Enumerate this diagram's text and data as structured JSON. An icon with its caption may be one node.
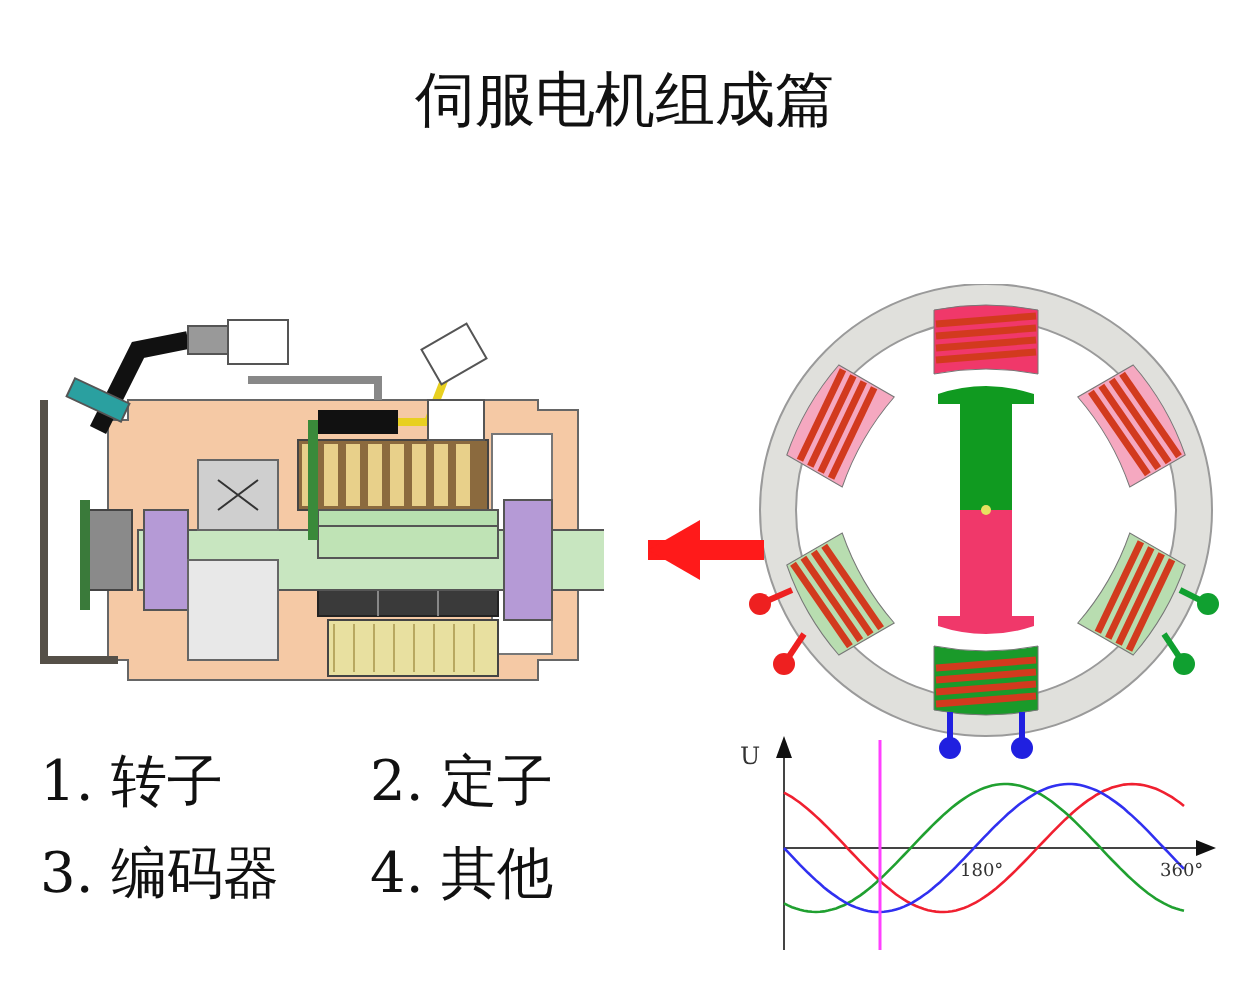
{
  "diagram": {
    "title": "伺服电机组成篇",
    "nodes": [
      {
        "text": [],
        "shape": "picture"
      },
      {
        "text": [],
        "shape": "picture"
      }
    ],
    "edges": [
      {
        "from": 1,
        "to": 0,
        "arrow": "to",
        "color": "#ff1a1a"
      }
    ],
    "labels": [
      "1. 转子",
      "2. 定子",
      "3. 编码器",
      "4. 其他",
      "U",
      "180°",
      "360°"
    ]
  }
}
